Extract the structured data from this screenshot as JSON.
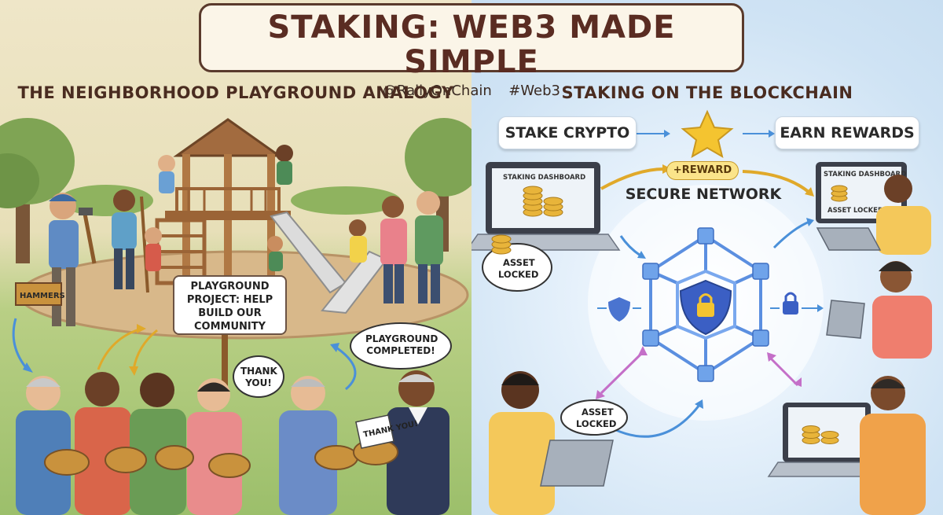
{
  "title": {
    "main": "STAKING: WEB3 MADE SIMPLE",
    "handle": "@RallyOnChain",
    "hashtag": "#Web3"
  },
  "left_panel": {
    "heading": "THE NEIGHBORHOOD PLAYGROUND ANALOGY",
    "toolbox_label": "HAMMERS",
    "sign_text": "PLAYGROUND PROJECT: HELP BUILD OUR COMMUNITY",
    "bubble_completed": "PLAYGROUND COMPLETED!",
    "bubble_thank_you": "THANK YOU!",
    "card_thank_you": "THANK YOU!"
  },
  "right_panel": {
    "heading": "STAKING ON THE BLOCKCHAIN",
    "stake_label": "STAKE CRYPTO",
    "earn_label": "EARN REWARDS",
    "reward_tag": "+REWARD",
    "secure_label": "SECURE NETWORK",
    "dashboard_left": "STAKING DASHBOARD",
    "dashboard_right": "STAKING DASHBOARD",
    "asset_locked_laptop": "ASSET LOCKED",
    "asset_locked_bubble_top": "ASSET LOCKED",
    "asset_locked_bubble_bottom": "ASSET LOCKED"
  },
  "colors": {
    "title_text": "#5a2c22",
    "title_border": "#5a3a2c",
    "left_background": "#e7dfb8",
    "grass": "#9cbf6b",
    "right_background": "#cfe3f4",
    "network_blue": "#5b8fe0",
    "shield_blue": "#3b5fc4",
    "star_gold": "#f4c430",
    "arrow_gold": "#e0a92a",
    "arrow_pink": "#c46fc8",
    "arrow_blue": "#4a90d9"
  },
  "icons": [
    "star-icon",
    "shield-lock-icon",
    "padlock-icon",
    "shield-icon",
    "coin-stack-icon",
    "laptop-icon",
    "hammer-icon",
    "rake-icon",
    "gift-basket-icon"
  ]
}
